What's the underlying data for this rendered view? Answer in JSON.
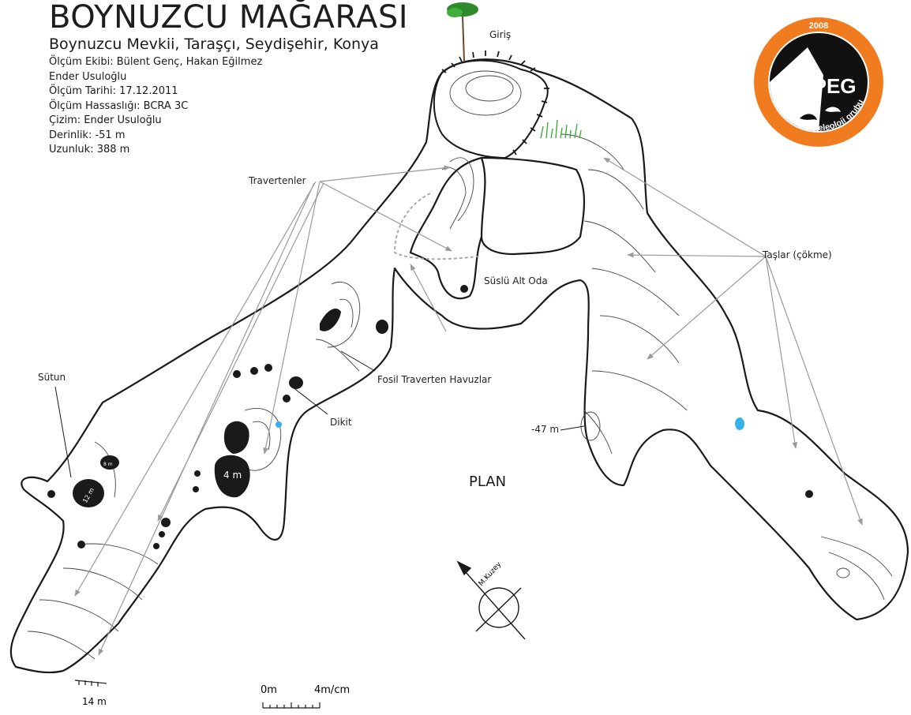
{
  "title": "BOYNUZCU MAĞARASI",
  "subtitle": "Boynuzcu Mevkii, Taraşçı, Seydişehir, Konya",
  "survey_info": [
    "Ölçüm Ekibi: Bülent Genç, Hakan Eğilmez",
    "Ender Usuloğlu",
    "Ölçüm Tarihi: 17.12.2011",
    "Ölçüm Hassaslığı: BCRA 3C",
    "Çizim: Ender Usuloğlu",
    "Derinlik: -51 m",
    "Uzunluk: 388 m"
  ],
  "labels": {
    "entrance": "Giriş",
    "travertines": "Travertenler",
    "rocks_collapse": "Taşlar (çökme)",
    "decorated_lower_room": "Süslü Alt Oda",
    "fossil_pools": "Fosil Traverten Havuzlar",
    "stalagmite": "Dikit",
    "column": "Sütun",
    "depth_47": "-47 m",
    "depth_4": "4 m",
    "depth_14": "14 m",
    "depth_12": "12 m",
    "depth_8": "8 m",
    "plan": "PLAN"
  },
  "north_arrow": {
    "label": "M.Kuzey"
  },
  "scale_bar": {
    "zero": "0m",
    "unit": "4m/cm"
  },
  "logo": {
    "name": "ASPEG",
    "year": "2008",
    "tagline": "anadolu speleoloji grubu"
  },
  "colors": {
    "outline": "#1a1a1a",
    "contour": "#444444",
    "arrow": "#9a9a9a",
    "water": "#35b3e8",
    "logo_orange": "#f07c1f",
    "grass": "#3fae3a",
    "tree": "#2f8a2c"
  }
}
